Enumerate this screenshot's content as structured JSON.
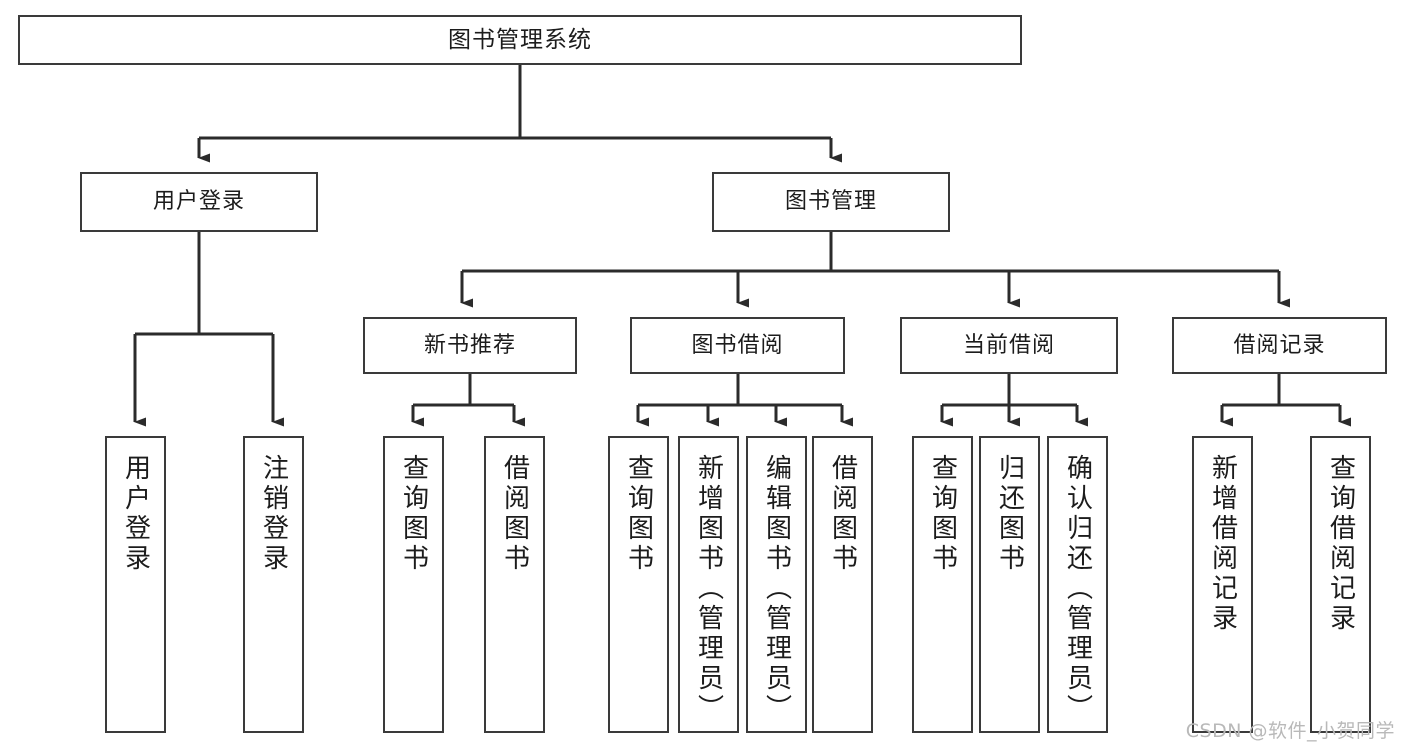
{
  "diagram": {
    "title": "图书管理系统",
    "type": "functional-structure-tree",
    "colors": {
      "box_border": "#3a3a3a",
      "box_fill": "#ffffff",
      "line": "#2b2b2b",
      "text": "#1c1c1c",
      "watermark": "#b9b9b9",
      "background": "#ffffff"
    },
    "root": {
      "label": "图书管理系统"
    },
    "level2": [
      {
        "label": "用户登录"
      },
      {
        "label": "图书管理"
      }
    ],
    "level3": [
      {
        "label": "新书推荐"
      },
      {
        "label": "图书借阅"
      },
      {
        "label": "当前借阅"
      },
      {
        "label": "借阅记录"
      }
    ],
    "leaves": {
      "user_login": [
        {
          "label": "用户登录"
        },
        {
          "label": "注销登录"
        }
      ],
      "new_book_recommend": [
        {
          "label": "查询图书"
        },
        {
          "label": "借阅图书"
        }
      ],
      "book_borrow": [
        {
          "label": "查询图书"
        },
        {
          "label": "新增图书（管理员）"
        },
        {
          "label": "编辑图书（管理员）"
        },
        {
          "label": "借阅图书"
        }
      ],
      "current_borrow": [
        {
          "label": "查询图书"
        },
        {
          "label": "归还图书"
        },
        {
          "label": "确认归还（管理员）"
        }
      ],
      "borrow_record": [
        {
          "label": "新增借阅记录"
        },
        {
          "label": "查询借阅记录"
        }
      ]
    },
    "watermark": "CSDN @软件_小贺同学"
  }
}
